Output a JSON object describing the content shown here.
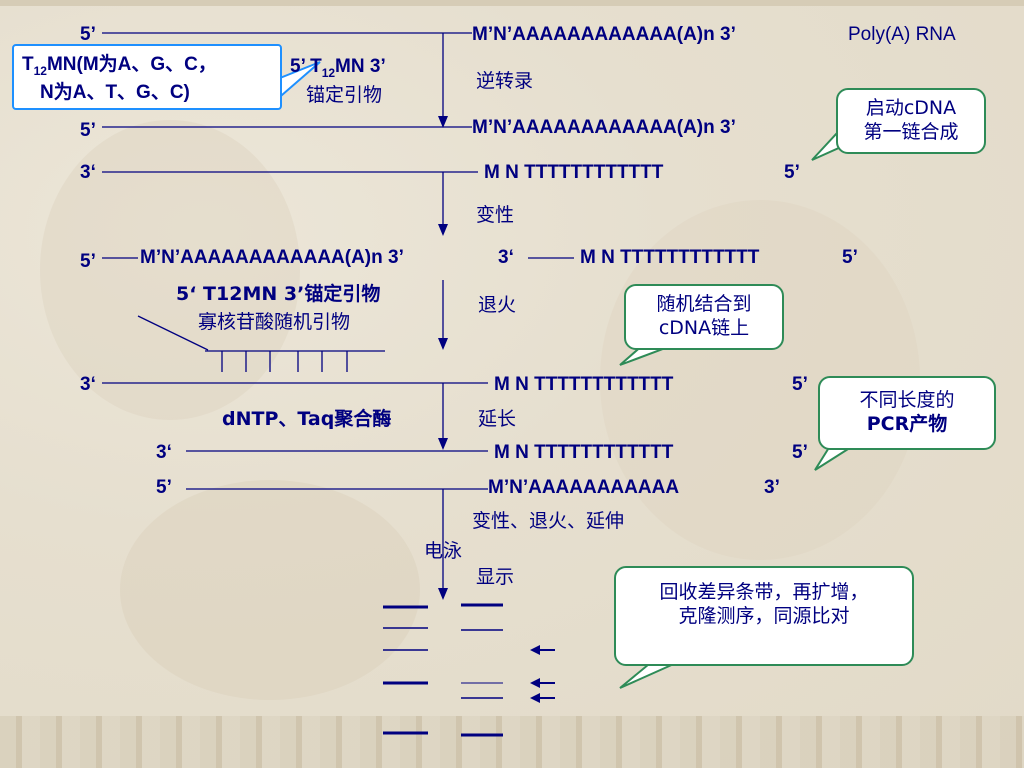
{
  "labels": {
    "row1_5p": "5’",
    "rna_seq": "M’N’AAAAAAAAAAAA(A)n 3’",
    "poly_a_rna": "Poly(A) RNA",
    "primer_note_line1_pre": "T",
    "primer_note_sub": "12",
    "primer_note_line1_post": "MN(M为A、G、C，",
    "primer_note_line2": "N为A、T、G、C)",
    "anchor_primer_pre": "5’ T",
    "anchor_primer_sub": "12",
    "anchor_primer_post": "MN 3’",
    "anchor_primer_cn": "锚定引物",
    "reverse_transcription": "逆转录",
    "row2_5p": "5’",
    "rna_seq_2": "M’N’AAAAAAAAAAAA(A)n 3’",
    "row3_3p": "3‘",
    "cdna_seq": "M N TTTTTTTTTTTT",
    "row3_5p": "5’",
    "denature": "变性",
    "row4_5p": "5’",
    "rna_seq_3": "M’N’AAAAAAAAAAAA(A)n 3’",
    "row4_3p": "3‘",
    "cdna_seq_2": "M N TTTTTTTTTTTT",
    "row4_5p_end": "5’",
    "anchor_primer_2": "5‘ T12MN 3’锚定引物",
    "random_primer": "寡核苷酸随机引物",
    "anneal": "退火",
    "row5_3p": "3‘",
    "cdna_seq_3": "M N TTTTTTTTTTTT",
    "row5_5p": "5’",
    "dntp_taq": "dNTP、Taq聚合酶",
    "extend": "延长",
    "row6_3p": "3‘",
    "cdna_seq_4": "M N TTTTTTTTTTTT",
    "row6_5p": "5’",
    "row7_5p": "5’",
    "seq_7": "M’N’AAAAAAAAAAA",
    "row7_3p": "3’",
    "cycle": "变性、退火、延伸",
    "electrophoresis": "电泳",
    "display": "显示"
  },
  "callouts": {
    "first_strand_line1": "启动cDNA",
    "first_strand_line2": "第一链合成",
    "random_bind_line1": "随机结合到",
    "random_bind_line2": "cDNA链上",
    "pcr_line1": "不同长度的",
    "pcr_line2": "PCR产物",
    "recover_line1": "回收差异条带，再扩增，",
    "recover_line2": "克隆测序，同源比对"
  },
  "colors": {
    "text": "#000080",
    "callout_border": "#2e8b57",
    "primer_box_border": "#1e90ff",
    "line": "#000080"
  }
}
